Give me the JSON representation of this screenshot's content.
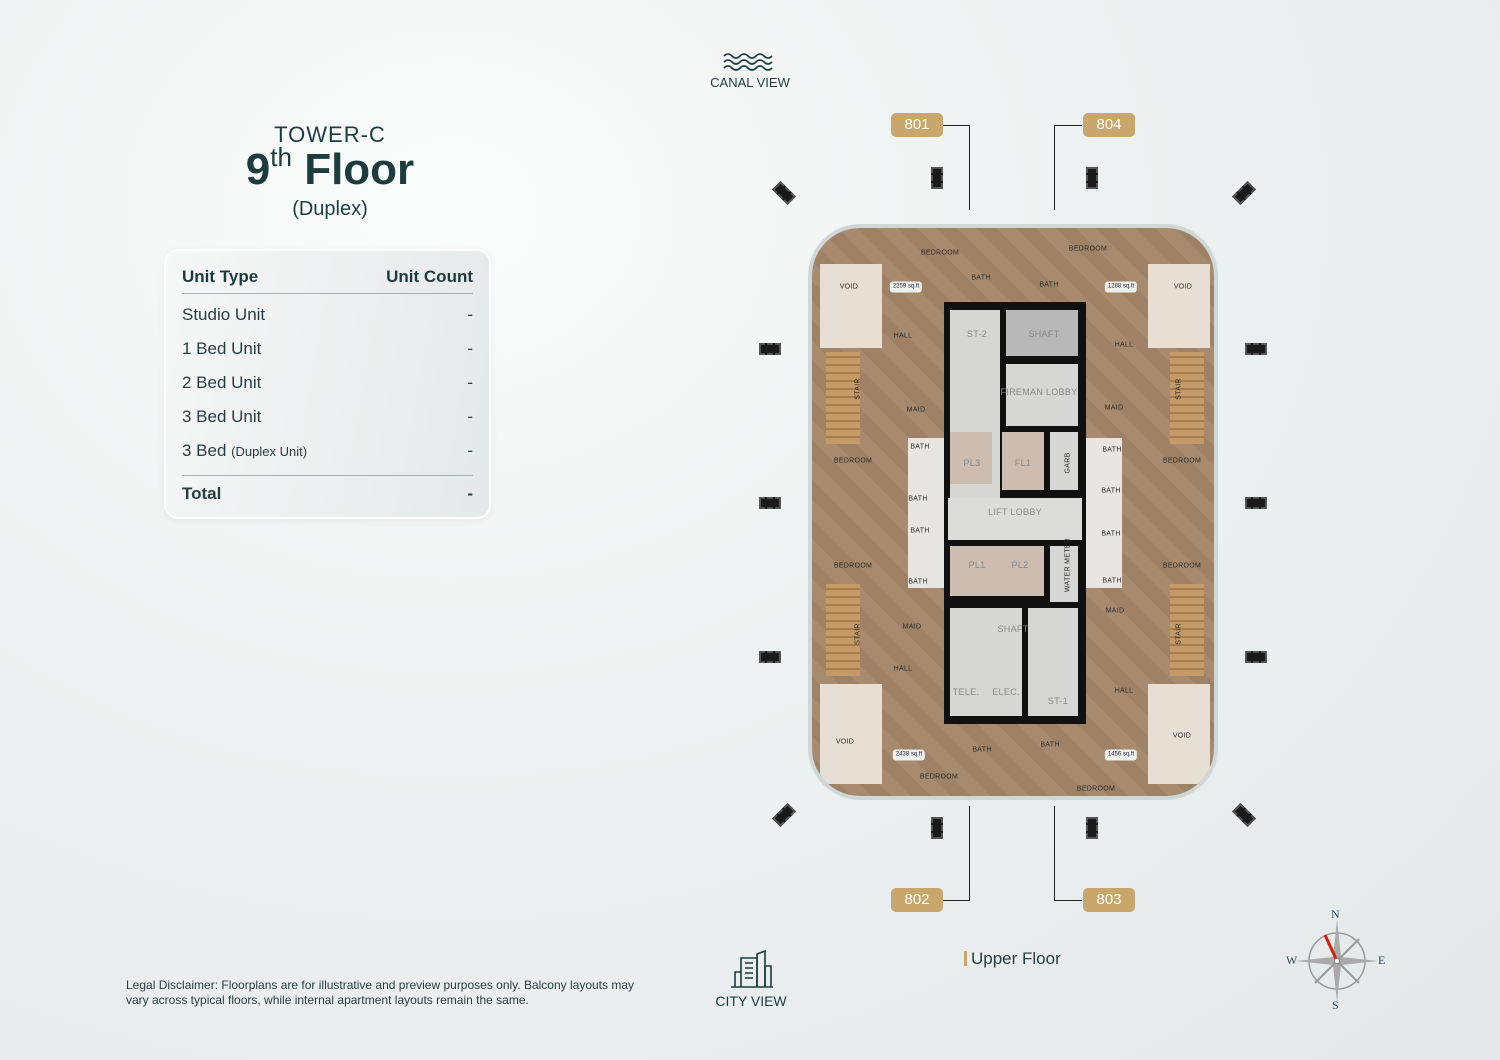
{
  "header": {
    "tower": "TOWER-C",
    "floor_number": "9",
    "floor_suffix": "th",
    "floor_word": "Floor",
    "floor_type": "(Duplex)"
  },
  "table": {
    "col_type": "Unit Type",
    "col_count": "Unit Count",
    "rows": [
      {
        "type": "Studio Unit",
        "note": "",
        "count": "-"
      },
      {
        "type": "1 Bed Unit",
        "note": "",
        "count": "-"
      },
      {
        "type": "2 Bed Unit",
        "note": "",
        "count": "-"
      },
      {
        "type": "3 Bed Unit",
        "note": "",
        "count": "-"
      },
      {
        "type": "3 Bed",
        "note": "(Duplex Unit)",
        "count": "-"
      }
    ],
    "total_label": "Total",
    "total_count": "-"
  },
  "views": {
    "top": "CANAL VIEW",
    "bottom": "CITY VIEW"
  },
  "units": [
    "801",
    "804",
    "802",
    "803"
  ],
  "legend": {
    "upper_floor": "Upper Floor",
    "color": "#c8a66c"
  },
  "compass": {
    "n": "N",
    "s": "S",
    "e": "E",
    "w": "W"
  },
  "disclaimer": "Legal Disclaimer: Floorplans are for illustrative and preview purposes only. Balcony layouts may vary across typical floors, while internal apartment layouts remain the same.",
  "plan": {
    "labels": [
      "BEDROOM",
      "BEDROOM",
      "BATH",
      "BATH",
      "VOID",
      "VOID",
      "HALL",
      "HALL",
      "ST-2",
      "SHAFT",
      "FIREMAN LOBBY",
      "MAID",
      "MAID",
      "STAIR",
      "STAIR",
      "BATH",
      "BATH",
      "BEDROOM",
      "BEDROOM",
      "PL3",
      "FL1",
      "GARB",
      "BATH",
      "BATH",
      "LIFT LOBBY",
      "BATH",
      "BATH",
      "BEDROOM",
      "BEDROOM",
      "PL1",
      "PL2",
      "WATER METER",
      "BATH",
      "BATH",
      "MAID",
      "MAID",
      "STAIR",
      "STAIR",
      "HALL",
      "HALL",
      "SHAFT",
      "TELE.",
      "ELEC.",
      "ST-1",
      "VOID",
      "VOID",
      "BATH",
      "BATH",
      "BEDROOM",
      "BEDROOM"
    ],
    "areas": [
      "2259 sq.ft",
      "1288 sq.ft",
      "2438 sq.ft",
      "1456 sq.ft"
    ]
  }
}
